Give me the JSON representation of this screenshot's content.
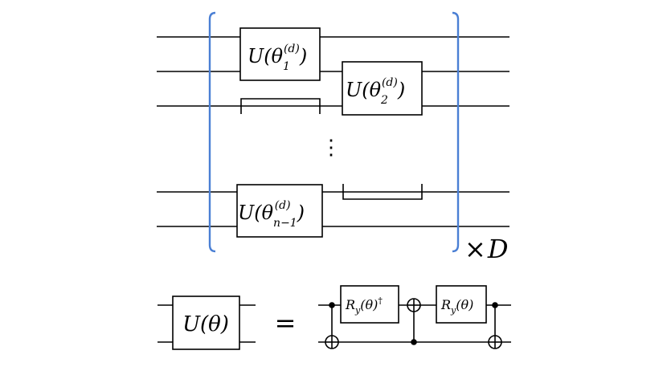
{
  "circuit": {
    "gate_u1": {
      "base": "U(θ",
      "sub": "1",
      "sup": "(d)",
      "close": ")"
    },
    "gate_u2": {
      "base": "U(θ",
      "sub": "2",
      "sup": "(d)",
      "close": ")"
    },
    "gate_un1": {
      "base": "U(θ",
      "sub": "n−1",
      "sup": "(d)",
      "close": ")"
    },
    "vdots": "⋮",
    "repeat_times": "×",
    "repeat_var": "D"
  },
  "decomposition": {
    "gate_u": "U(θ)",
    "equals": "=",
    "ry_dagger_base": "R",
    "ry_dagger_sub": "y",
    "ry_dagger_arg": "(θ)",
    "ry_dagger_sup": "†",
    "ry_base": "R",
    "ry_sub": "y",
    "ry_arg": "(θ)"
  }
}
